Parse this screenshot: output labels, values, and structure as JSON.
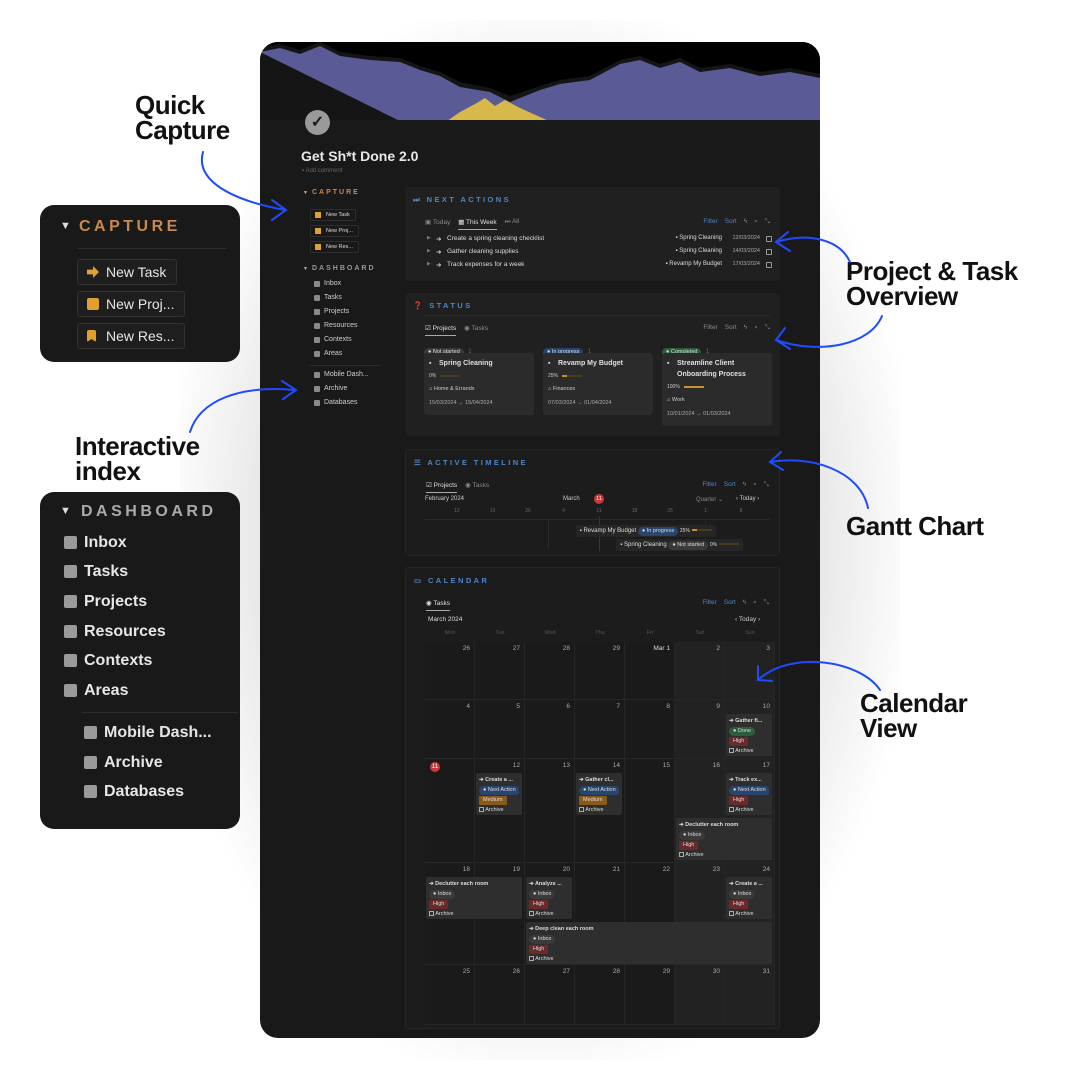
{
  "callouts": {
    "quick_capture": "Quick Capture",
    "interactive_index": "Interactive index",
    "overview": "Project & Task Overview",
    "gantt": "Gantt Chart",
    "calendar": "Calendar View"
  },
  "colors": {
    "accent_blue": "#4f86c6",
    "capture_orange": "#c98a4b",
    "arrow": "#1f4bff",
    "panel": "#191919"
  },
  "page": {
    "title": "Get Sh*t Done 2.0",
    "add_comment": "Add comment",
    "icon": "check-circle-icon"
  },
  "sidebar": {
    "capture_label": "CAPTURE",
    "capture_buttons": [
      {
        "label": "New Task",
        "icon": "arrow-right-icon"
      },
      {
        "label": "New Proj...",
        "icon": "note-icon"
      },
      {
        "label": "New Res...",
        "icon": "bookmark-icon"
      }
    ],
    "dashboard_label": "DASHBOARD",
    "items": [
      {
        "label": "Inbox",
        "icon": "inbox-icon"
      },
      {
        "label": "Tasks",
        "icon": "check-circle-icon"
      },
      {
        "label": "Projects",
        "icon": "checkbox-icon"
      },
      {
        "label": "Resources",
        "icon": "bookmark-icon"
      },
      {
        "label": "Contexts",
        "icon": "tag-icon"
      },
      {
        "label": "Areas",
        "icon": "grid-icon"
      }
    ],
    "items2": [
      {
        "label": "Mobile Dash...",
        "icon": "phone-icon"
      },
      {
        "label": "Archive",
        "icon": "archive-icon"
      },
      {
        "label": "Databases",
        "icon": "database-icon"
      }
    ]
  },
  "next_actions": {
    "title": "NEXT ACTIONS",
    "tabs": [
      "Today",
      "This Week",
      "All"
    ],
    "active_tab": "This Week",
    "filter": "Filter",
    "sort": "Sort",
    "rows": [
      {
        "title": "Create a spring cleaning checklist",
        "project": "Spring Cleaning",
        "date": "12/03/2024",
        "done": false
      },
      {
        "title": "Gather cleaning supplies",
        "project": "Spring Cleaning",
        "date": "14/03/2024",
        "done": false
      },
      {
        "title": "Track expenses for a week",
        "project": "Revamp My Budget",
        "date": "17/03/2024",
        "done": false
      }
    ]
  },
  "status": {
    "title": "STATUS",
    "tabs": [
      "Projects",
      "Tasks"
    ],
    "filter": "Filter",
    "sort": "Sort",
    "columns": [
      {
        "label": "Not started",
        "count": "1",
        "color": "#3a3a3a",
        "cards": [
          {
            "title": "Spring Cleaning",
            "progress": 0,
            "progress_label": "0%",
            "area": "Home & Errands",
            "dates": "15/03/2024 → 15/04/2024"
          }
        ]
      },
      {
        "label": "In progress",
        "count": "1",
        "color": "#28456e",
        "cards": [
          {
            "title": "Revamp My Budget",
            "progress": 25,
            "progress_label": "25%",
            "area": "Finances",
            "dates": "07/03/2024 → 01/04/2024"
          }
        ]
      },
      {
        "label": "Completed",
        "count": "1",
        "color": "#2b5e3c",
        "cards": [
          {
            "title": "Streamline Client Onboarding Process",
            "progress": 100,
            "progress_label": "100%",
            "area": "Work",
            "dates": "10/01/2024 → 01/03/2024"
          }
        ]
      }
    ]
  },
  "timeline": {
    "title": "ACTIVE TIMELINE",
    "tabs": [
      "Projects",
      "Tasks"
    ],
    "filter": "Filter",
    "sort": "Sort",
    "month1": "February 2024",
    "month2": "March",
    "range": "Quarter",
    "today": "Today",
    "today_day": "11",
    "ticks": [
      "12",
      "19",
      "26",
      "4",
      "11",
      "18",
      "25",
      "1",
      "8"
    ],
    "items": [
      {
        "title": "Revamp My Budget",
        "status": "In progress",
        "status_color": "#28456e",
        "progress": 25,
        "progress_label": "25%",
        "start": "2024-03-07"
      },
      {
        "title": "Spring Cleaning",
        "status": "Not started",
        "status_color": "#3a3a3a",
        "progress": 0,
        "progress_label": "0%",
        "start": "2024-03-15"
      }
    ]
  },
  "calendar": {
    "title": "CALENDAR",
    "tab": "Tasks",
    "filter": "Filter",
    "sort": "Sort",
    "month": "March 2024",
    "today": "Today",
    "today_day": "11",
    "weekdays": [
      "Mon",
      "Tue",
      "Wed",
      "Thu",
      "Fri",
      "Sat",
      "Sun"
    ],
    "weeks": [
      [
        "26",
        "27",
        "28",
        "29",
        "Mar 1",
        "2",
        "3"
      ],
      [
        "4",
        "5",
        "6",
        "7",
        "8",
        "9",
        "10"
      ],
      [
        "11",
        "12",
        "13",
        "14",
        "15",
        "16",
        "17"
      ],
      [
        "18",
        "19",
        "20",
        "21",
        "22",
        "23",
        "24"
      ],
      [
        "25",
        "26",
        "27",
        "28",
        "29",
        "30",
        "31"
      ]
    ],
    "events": [
      {
        "title": "Gather fi...",
        "week": 1,
        "start": 6,
        "end": 6,
        "tag": "Done",
        "tag_color": "#2b5e3c",
        "priority": "High",
        "priority_color": "#6b2a2a",
        "archive": "Archive"
      },
      {
        "title": "Create a ...",
        "week": 2,
        "start": 1,
        "end": 1,
        "tag": "Next Action",
        "tag_color": "#28456e",
        "priority": "Medium",
        "priority_color": "#8a5a1a",
        "archive": "Archive"
      },
      {
        "title": "Gather cl...",
        "week": 2,
        "start": 3,
        "end": 3,
        "tag": "Next Action",
        "tag_color": "#28456e",
        "priority": "Medium",
        "priority_color": "#8a5a1a",
        "archive": "Archive"
      },
      {
        "title": "Track ex...",
        "week": 2,
        "start": 6,
        "end": 6,
        "tag": "Next Action",
        "tag_color": "#28456e",
        "priority": "High",
        "priority_color": "#6b2a2a",
        "archive": "Archive"
      },
      {
        "title": "Declutter each room",
        "week": 2,
        "start": 5,
        "end": 6,
        "tag": "Inbox",
        "tag_color": "#3a3a3a",
        "priority": "High",
        "priority_color": "#6b2a2a",
        "archive": "Archive"
      },
      {
        "title": "Declutter each room",
        "week": 3,
        "start": 0,
        "end": 1,
        "tag": "Inbox",
        "tag_color": "#3a3a3a",
        "priority": "High",
        "priority_color": "#6b2a2a",
        "archive": "Archive"
      },
      {
        "title": "Analyze ...",
        "week": 3,
        "start": 2,
        "end": 2,
        "tag": "Inbox",
        "tag_color": "#3a3a3a",
        "priority": "High",
        "priority_color": "#6b2a2a",
        "archive": "Archive"
      },
      {
        "title": "Create a ...",
        "week": 3,
        "start": 6,
        "end": 6,
        "tag": "Inbox",
        "tag_color": "#3a3a3a",
        "priority": "High",
        "priority_color": "#6b2a2a",
        "archive": "Archive"
      },
      {
        "title": "Deep clean each room",
        "week": 3,
        "start": 2,
        "end": 6,
        "tag": "Inbox",
        "tag_color": "#3a3a3a",
        "priority": "High",
        "priority_color": "#6b2a2a",
        "archive": "Archive"
      }
    ]
  }
}
